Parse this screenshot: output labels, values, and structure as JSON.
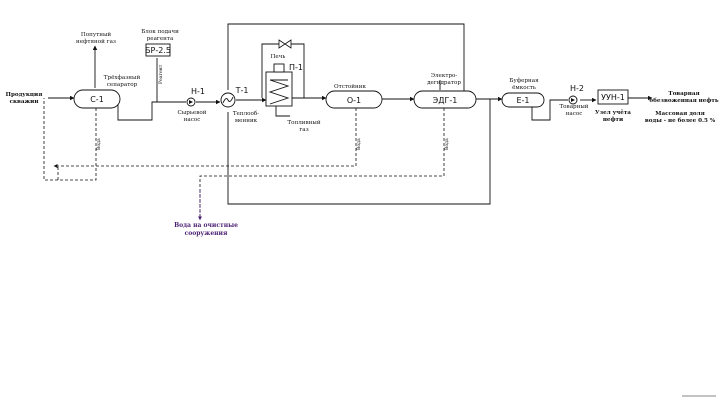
{
  "labels": {
    "feed_line1": "Продукция",
    "feed_line2": "скважин",
    "gas_line1": "Попутный",
    "gas_line2": "нефтяной газ",
    "reagent_line1": "Блок подачи",
    "reagent_line2": "реагента",
    "three_phase_line1": "Трёхфазный",
    "three_phase_line2": "сепаратор",
    "raw_pump_line1": "Сырьевой",
    "raw_pump_line2": "насос",
    "heat_ex_line1": "Теплооб-",
    "heat_ex_line2": "менник",
    "furnace": "Печь",
    "fuel_gas_line1": "Топливный",
    "fuel_gas_line2": "газ",
    "settler": "Отстойник",
    "edg_line1": "Электро-",
    "edg_line2": "дегидратор",
    "buffer_line1": "Буферная",
    "buffer_line2": "ёмкость",
    "product_pump_line1": "Товарный",
    "product_pump_line2": "насос",
    "meter_line1": "Узел учёта",
    "meter_line2": "нефти",
    "product_oil_line1": "Товарная",
    "product_oil_line2": "обезвоженная нефть",
    "water_frac_line1": "Массовая доля",
    "water_frac_line2": "воды - не более 0.5 %",
    "waste_water_line1": "Вода на очистные",
    "waste_water_line2": "сооружения",
    "water_v1": "Вода",
    "water_v2": "Вода",
    "water_v3": "Вода",
    "reagent_v": "Реагент"
  },
  "tags": {
    "c1": "С-1",
    "br": "БР-2.5",
    "h1": "Н-1",
    "t1": "Т-1",
    "p1": "П-1",
    "o1": "О-1",
    "edg1": "ЭДГ-1",
    "e1": "Е-1",
    "h2": "Н-2",
    "uun": "УУН-1"
  }
}
